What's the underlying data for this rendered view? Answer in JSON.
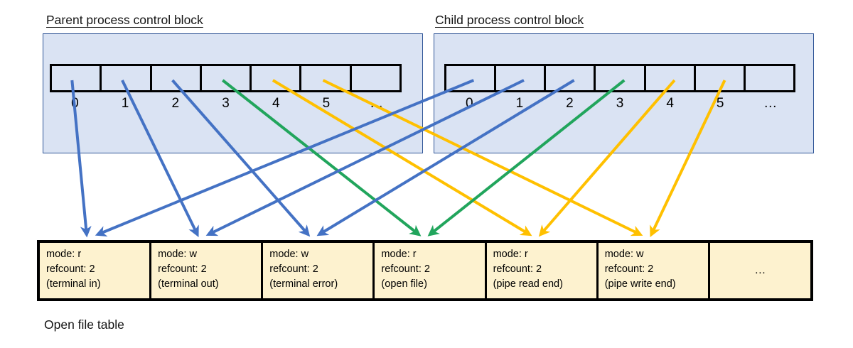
{
  "parent_block": {
    "title": "Parent process control block",
    "fd_labels": [
      "0",
      "1",
      "2",
      "3",
      "4",
      "5",
      "…"
    ]
  },
  "child_block": {
    "title": "Child process control block",
    "fd_labels": [
      "0",
      "1",
      "2",
      "3",
      "4",
      "5",
      "…"
    ]
  },
  "open_file_table": {
    "label": "Open file table",
    "entries": [
      {
        "lines": [
          "mode: r",
          "refcount: 2",
          "(terminal in)"
        ]
      },
      {
        "lines": [
          "mode: w",
          "refcount: 2",
          "(terminal out)"
        ]
      },
      {
        "lines": [
          "mode: w",
          "refcount: 2",
          "(terminal error)"
        ]
      },
      {
        "lines": [
          "mode: r",
          "refcount: 2",
          "(open file)"
        ]
      },
      {
        "lines": [
          "mode: r",
          "refcount: 2",
          "(pipe read end)"
        ]
      },
      {
        "lines": [
          "mode: w",
          "refcount: 2",
          "(pipe write end)"
        ]
      },
      {
        "ellipsis": "…"
      }
    ]
  },
  "colors": {
    "arrow_blue": "#4472C4",
    "arrow_green": "#21A55C",
    "arrow_yellow": "#FFC000",
    "block_fill": "#dae3f3",
    "block_border": "#2f5597",
    "table_fill": "#fdf2cf"
  },
  "arrows": [
    {
      "source": "parent",
      "fd": 0,
      "entry": 0,
      "color": "arrow_blue"
    },
    {
      "source": "parent",
      "fd": 1,
      "entry": 1,
      "color": "arrow_blue"
    },
    {
      "source": "parent",
      "fd": 2,
      "entry": 2,
      "color": "arrow_blue"
    },
    {
      "source": "parent",
      "fd": 3,
      "entry": 3,
      "color": "arrow_green"
    },
    {
      "source": "parent",
      "fd": 4,
      "entry": 4,
      "color": "arrow_yellow"
    },
    {
      "source": "parent",
      "fd": 5,
      "entry": 5,
      "color": "arrow_yellow"
    },
    {
      "source": "child",
      "fd": 0,
      "entry": 0,
      "color": "arrow_blue"
    },
    {
      "source": "child",
      "fd": 1,
      "entry": 1,
      "color": "arrow_blue"
    },
    {
      "source": "child",
      "fd": 2,
      "entry": 2,
      "color": "arrow_blue"
    },
    {
      "source": "child",
      "fd": 3,
      "entry": 3,
      "color": "arrow_green"
    },
    {
      "source": "child",
      "fd": 4,
      "entry": 4,
      "color": "arrow_yellow"
    },
    {
      "source": "child",
      "fd": 5,
      "entry": 5,
      "color": "arrow_yellow"
    }
  ]
}
